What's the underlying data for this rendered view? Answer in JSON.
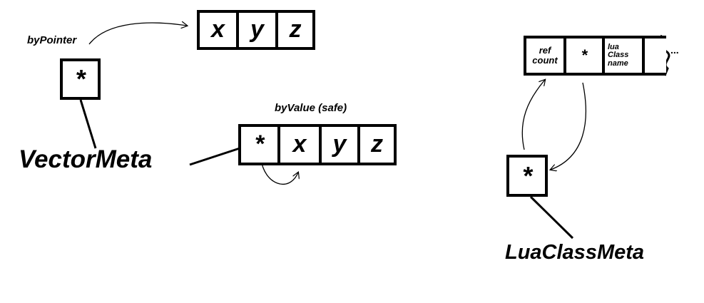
{
  "labels": {
    "by_pointer": "byPointer",
    "by_value": "byValue (safe)",
    "vector_meta": "VectorMeta",
    "lua_class_meta": "LuaClassMeta",
    "ellipsis": "..."
  },
  "by_pointer_cells": [
    "x",
    "y",
    "z"
  ],
  "by_value_cells": [
    "*",
    "x",
    "y",
    "z"
  ],
  "pointer_symbol": "*",
  "lua_cells": [
    "ref count",
    "*",
    "lua Class name"
  ]
}
